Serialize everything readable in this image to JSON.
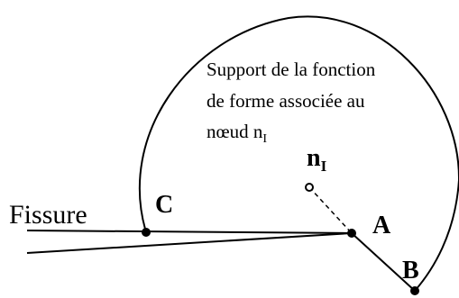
{
  "labels": {
    "fissure": "Fissure",
    "point_c": "C",
    "point_a": "A",
    "point_b": "B",
    "node_main": "n",
    "node_sub": "I"
  },
  "caption": {
    "line1": "Support de la fonction",
    "line2": "de forme associée au",
    "line3_main": "nœud n",
    "line3_sub": "I"
  }
}
